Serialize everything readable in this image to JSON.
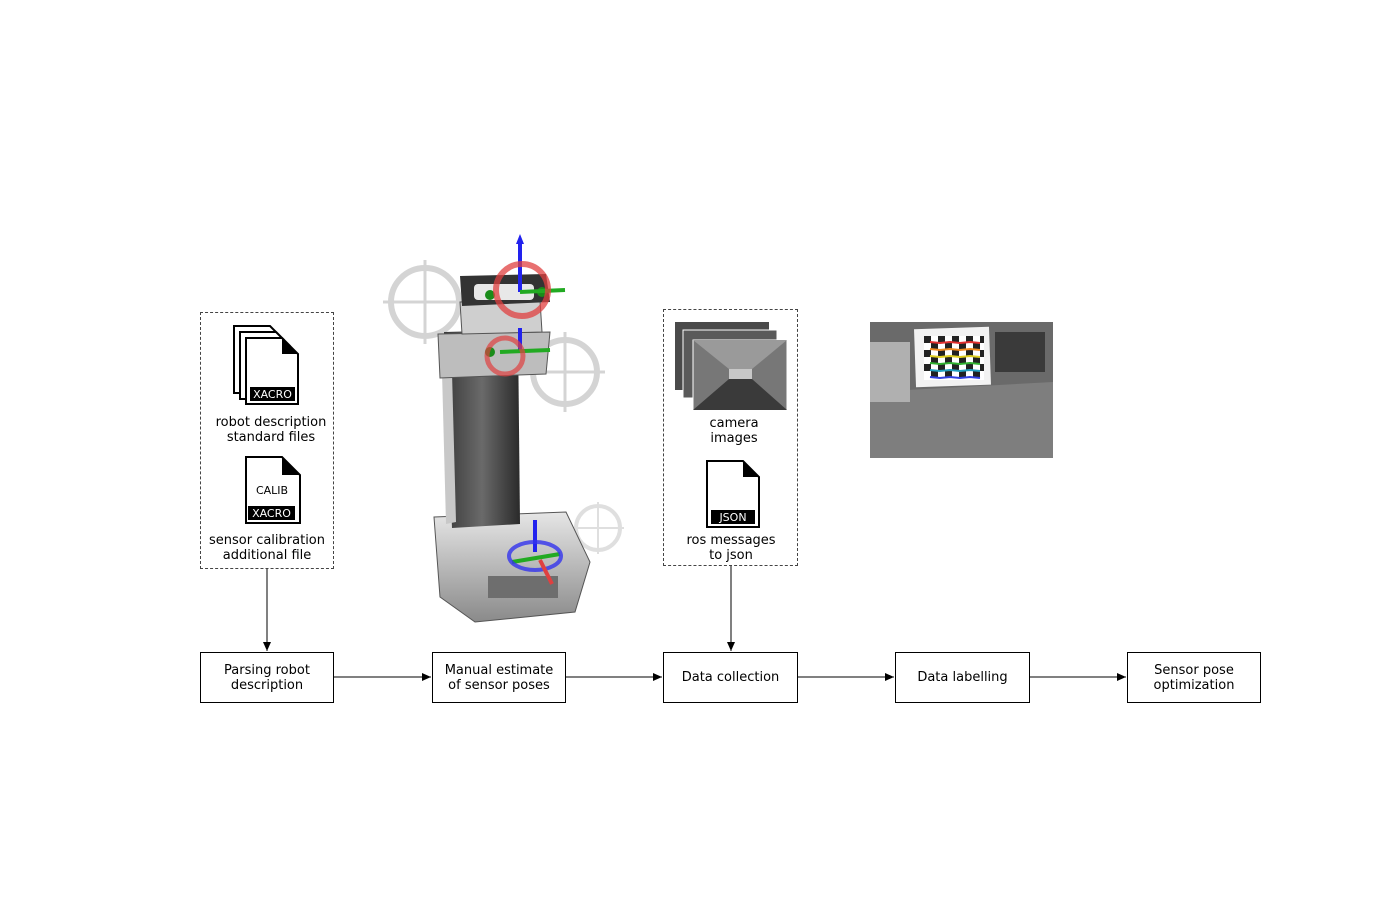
{
  "inputs": {
    "robot_files": {
      "badge": "XACRO",
      "caption": "robot description\nstandard files"
    },
    "calib_file": {
      "title": "CALIB",
      "badge": "XACRO",
      "caption": "sensor calibration\nadditional file"
    },
    "camera_images": {
      "caption": "camera\nimages"
    },
    "json_file": {
      "badge": "JSON",
      "caption": "ros messages\nto json"
    }
  },
  "pipeline": [
    {
      "label": "Parsing robot\ndescription"
    },
    {
      "label": "Manual estimate\nof sensor poses"
    },
    {
      "label": "Data collection"
    },
    {
      "label": "Data labelling"
    },
    {
      "label": "Sensor pose\noptimization"
    }
  ],
  "colors": {
    "stroke": "#000000",
    "dashed": "#444444"
  }
}
